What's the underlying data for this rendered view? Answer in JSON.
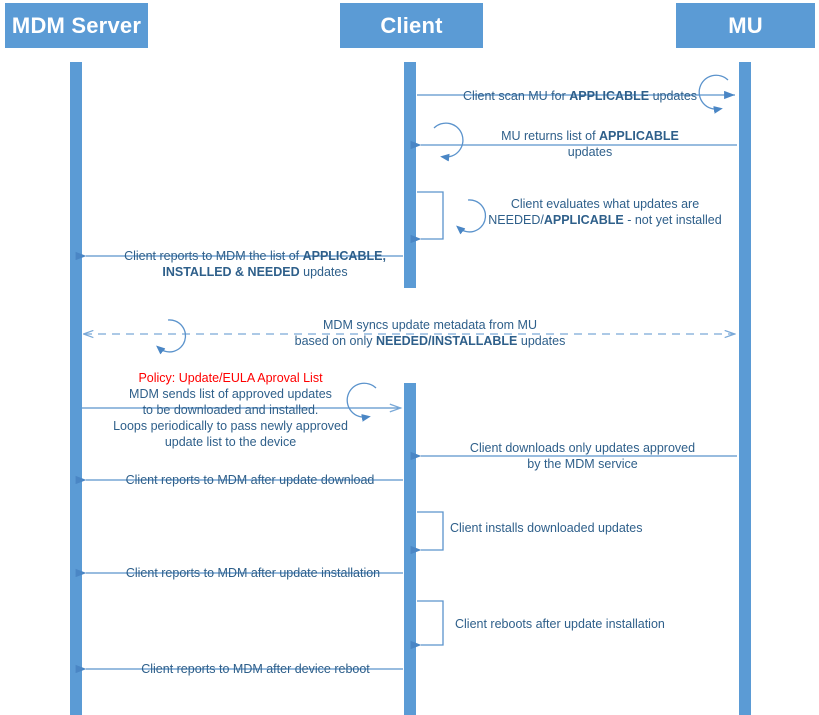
{
  "diagram": {
    "type": "uml-sequence-diagram",
    "title": "MDM / Client / MU update flow",
    "colors": {
      "actor_fill": "#5b9bd5",
      "actor_text": "#ffffff",
      "lifeline": "#5b9bd5",
      "message_text": "#2e5f8a",
      "arrow": "#4a86c5",
      "policy_text": "#ff0000"
    },
    "actors": [
      {
        "id": "mdm",
        "label": "MDM Server"
      },
      {
        "id": "client",
        "label": "Client"
      },
      {
        "id": "mu",
        "label": "MU"
      }
    ],
    "messages": [
      {
        "id": "m1",
        "from": "client",
        "to": "mu",
        "loop": true,
        "style": "solid",
        "text_parts": [
          {
            "t": "Client scan MU for ",
            "bold": false
          },
          {
            "t": "APPLICABLE",
            "bold": true
          },
          {
            "t": " updates",
            "bold": false
          }
        ],
        "plain": "Client scan MU for APPLICABLE updates"
      },
      {
        "id": "m2",
        "from": "mu",
        "to": "client",
        "loop": true,
        "style": "solid",
        "text_parts": [
          {
            "t": "MU returns list of ",
            "bold": false
          },
          {
            "t": "APPLICABLE",
            "bold": true
          },
          {
            "t": "\nupdates",
            "bold": false
          }
        ],
        "plain": "MU returns list of APPLICABLE updates"
      },
      {
        "id": "m3",
        "from": "client",
        "to": "client",
        "loop": true,
        "style": "self",
        "text_parts": [
          {
            "t": "Client evaluates what updates are\nNEEDED/APPLICABLE - not yet installed",
            "bold": false
          }
        ],
        "plain": "Client evaluates what updates are NEEDED/APPLICABLE - not yet installed"
      },
      {
        "id": "m4",
        "from": "client",
        "to": "mdm",
        "loop": false,
        "style": "solid",
        "text_parts": [
          {
            "t": "Client reports to MDM the list of ",
            "bold": false
          },
          {
            "t": "APPLICABLE,",
            "bold": true
          },
          {
            "t": "\n",
            "bold": false
          },
          {
            "t": "INSTALLED & NEEDED",
            "bold": true
          },
          {
            "t": " updates",
            "bold": false
          }
        ],
        "plain": "Client reports to MDM the list of APPLICABLE, INSTALLED & NEEDED updates"
      },
      {
        "id": "m5",
        "from": "mu",
        "to": "mdm",
        "loop": true,
        "style": "dashed-bidirectional",
        "text_parts": [
          {
            "t": "MDM syncs update metadata from MU\nbased on only ",
            "bold": false
          },
          {
            "t": "NEEDED/INSTALLABLE",
            "bold": true
          },
          {
            "t": " updates",
            "bold": false
          }
        ],
        "plain": "MDM syncs update metadata from MU based on only NEEDED/INSTALLABLE updates"
      },
      {
        "id": "m6",
        "from": "mdm",
        "to": "client",
        "loop": true,
        "style": "solid",
        "policy_label": "Policy: Update/EULA Aproval List",
        "text_parts": [
          {
            "t": "MDM sends list of approved updates\nto be downloaded and installed.\nLoops periodically to pass newly approved\nupdate list to the device",
            "bold": false
          }
        ],
        "plain": "MDM sends list of approved updates to be downloaded and installed. Loops periodically to pass newly approved update list to the device"
      },
      {
        "id": "m7",
        "from": "mu",
        "to": "client",
        "loop": false,
        "style": "solid",
        "text_parts": [
          {
            "t": "Client downloads only updates approved\nby the MDM service",
            "bold": false
          }
        ],
        "plain": "Client downloads only updates approved by the MDM service"
      },
      {
        "id": "m8",
        "from": "client",
        "to": "mdm",
        "loop": false,
        "style": "solid",
        "text_parts": [
          {
            "t": "Client reports to MDM after update download",
            "bold": false
          }
        ],
        "plain": "Client reports to MDM after update download"
      },
      {
        "id": "m9",
        "from": "client",
        "to": "client",
        "loop": false,
        "style": "self",
        "text_parts": [
          {
            "t": "Client installs downloaded updates",
            "bold": false
          }
        ],
        "plain": "Client installs downloaded updates"
      },
      {
        "id": "m10",
        "from": "client",
        "to": "mdm",
        "loop": false,
        "style": "solid",
        "text_parts": [
          {
            "t": "Client reports to MDM after update installation",
            "bold": false
          }
        ],
        "plain": "Client reports to MDM after update installation"
      },
      {
        "id": "m11",
        "from": "client",
        "to": "client",
        "loop": false,
        "style": "self",
        "text_parts": [
          {
            "t": "Client reboots after update installation",
            "bold": false
          }
        ],
        "plain": "Client reboots after update installation"
      },
      {
        "id": "m12",
        "from": "client",
        "to": "mdm",
        "loop": false,
        "style": "solid",
        "text_parts": [
          {
            "t": "Client reports to MDM after device reboot",
            "bold": false
          }
        ],
        "plain": "Client reports to MDM after device reboot"
      }
    ],
    "labels": {
      "m1": "Client scan MU for APPLICABLE updates",
      "m2_line1": "MU returns list of APPLICABLE",
      "m2_line2": "updates",
      "m3_line1": "Client evaluates what updates are",
      "m3_line2": "NEEDED/APPLICABLE - not yet installed",
      "m4_line1": "Client reports to MDM the list of APPLICABLE,",
      "m4_line2": "INSTALLED & NEEDED updates",
      "m5_line1": "MDM syncs update metadata from MU",
      "m5_line2": "based on only NEEDED/INSTALLABLE updates",
      "m6_policy": "Policy: Update/EULA Aproval List",
      "m6_line1": "MDM sends list of approved updates",
      "m6_line2": "to be downloaded and installed.",
      "m6_line3": "Loops periodically to pass newly approved",
      "m6_line4": "update list to the device",
      "m7_line1": "Client downloads only updates approved",
      "m7_line2": "by the MDM service",
      "m8": "Client reports to MDM after update download",
      "m9": "Client installs downloaded updates",
      "m10": "Client reports to MDM after update installation",
      "m11": "Client reboots after update installation",
      "m12": "Client reports to MDM after device reboot"
    }
  }
}
